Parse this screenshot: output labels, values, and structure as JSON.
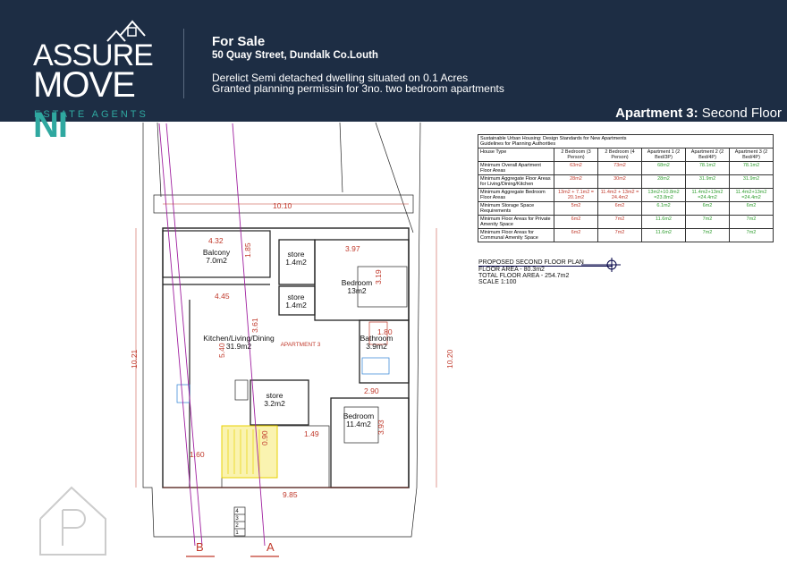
{
  "header": {
    "logo": {
      "word1": "ASSURE",
      "word2": "MOVE",
      "word2_accent": "NI",
      "tagline": "ESTATE AGENTS"
    },
    "status": "For Sale",
    "address": "50 Quay Street, Dundalk Co.Louth",
    "description_line1": "Derelict Semi detached dwelling situated on 0.1 Acres",
    "description_line2": "Granted planning permissin for 3no. two bedroom apartments",
    "apartment_prefix": "Apartment 3:",
    "apartment_floor": "Second Floor"
  },
  "table": {
    "title_line1": "Sustainable Urban Housing: Design Standards for New Apartments",
    "title_line2": "Guidelines for Planning Authorities",
    "columns": [
      "House Type",
      "2 Bedroom (3 Person)",
      "2 Bedroom (4 Person)",
      "Apartment 1 (2 Bed/3P)",
      "Apartment 2 (2 Bed/4P)",
      "Apartment 3 (2 Bed/4P)"
    ],
    "rows": [
      [
        "Minimum Overall Apartment Floor Areas",
        "63m2",
        "73m2",
        "68m2",
        "78.1m2",
        "78.1m2"
      ],
      [
        "Minimum Aggregate Floor Areas for Living/Dining/Kitchen",
        "28m2",
        "30m2",
        "28m2",
        "31.9m2",
        "31.9m2"
      ],
      [
        "Minimum Aggregate Bedroom Floor Areas",
        "13m2 + 7.1m2 = 20.1m2",
        "11.4m2 + 13m2 = 24.4m2",
        "13m2+10.8m2 =23.8m2",
        "11.4m2+13m2 =24.4m2",
        "11.4m2+13m2 =24.4m2"
      ],
      [
        "Minimum Storage Space Requirements",
        "5m2",
        "6m2",
        "6.1m2",
        "6m2",
        "6m2"
      ],
      [
        "Minimum Floor Areas for Private Amenity Space",
        "6m2",
        "7m2",
        "11.6m2",
        "7m2",
        "7m2"
      ],
      [
        "Minimum Floor Areas for Communal Amenity Space",
        "6m2",
        "7m2",
        "11.6m2",
        "7m2",
        "7m2"
      ]
    ]
  },
  "notes": {
    "line1": "PROPOSED SECOND FLOOR PLAN",
    "line2": "FLOOR AREA - 80.3m2",
    "line3": "TOTAL FLOOR AREA - 254.7m2",
    "line4": "SCALE 1:100"
  },
  "plan": {
    "balcony": "Balcony",
    "balcony_area": "7.0m2",
    "store1": "store",
    "store1_area": "1.4m2",
    "store2": "store",
    "store2_area": "1.4m2",
    "bedroom1": "Bedroom",
    "bedroom1_area": "13m2",
    "kitchen": "Kitchen/Living/Dining",
    "kitchen_area": "31.9m2",
    "apartment_label": "APARTMENT 3",
    "bathroom": "Bathroom",
    "bathroom_area": "3.9m2",
    "store3": "store",
    "store3_area": "3.2m2",
    "bedroom2": "Bedroom",
    "bedroom2_area": "11.4m2",
    "dims": {
      "d1010": "10.10",
      "d432": "4.32",
      "d185": "1.85",
      "d397": "3.97",
      "d319": "3.19",
      "d445": "4.45",
      "d361": "3.61",
      "d540": "5.40",
      "d180": "1.80",
      "d1021": "10.21",
      "d1020": "10.20",
      "d290": "2.90",
      "d149": "1.49",
      "d090": "0.90",
      "d393": "3.93",
      "d160": "1.60",
      "d985": "9.85"
    },
    "section_a": "A",
    "section_b": "B",
    "steps": [
      "4",
      "3",
      "2",
      "1"
    ]
  }
}
